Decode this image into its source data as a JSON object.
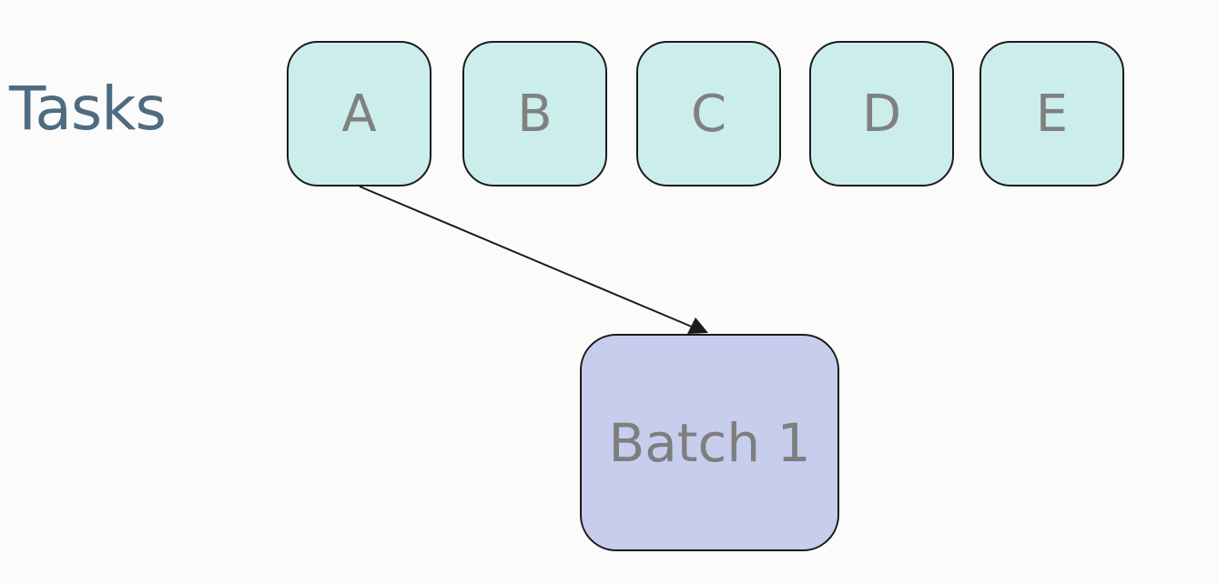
{
  "title": "Tasks",
  "tasks": [
    "A",
    "B",
    "C",
    "D",
    "E"
  ],
  "batch": "Batch 1",
  "colors": {
    "title": "#4f6b80",
    "task_fill": "#cbeeed",
    "batch_fill": "#c6cded",
    "label": "#808080",
    "border": "#1b1b1b"
  }
}
